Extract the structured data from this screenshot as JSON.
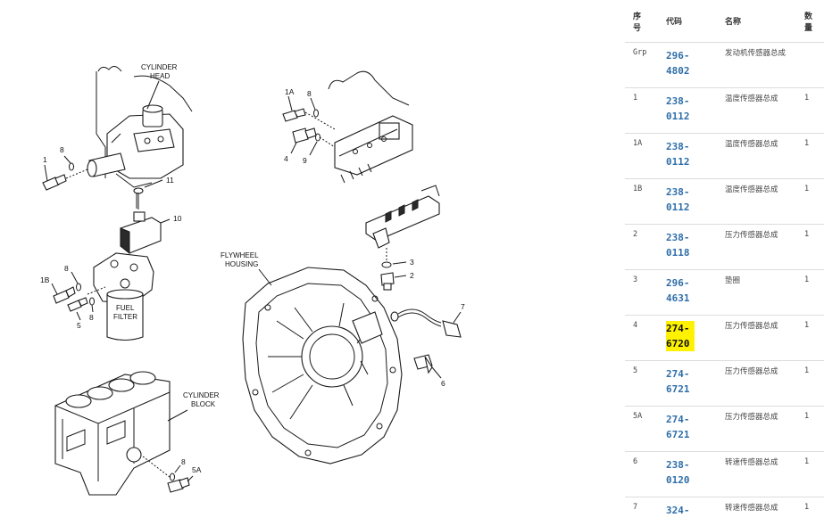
{
  "diagram": {
    "labels": {
      "cylinder_head": [
        "CYLINDER",
        "HEAD"
      ],
      "fuel_filter": [
        "FUEL",
        "FILTER"
      ],
      "flywheel_housing": [
        "FLYWHEEL",
        "HOUSING"
      ],
      "cylinder_block": [
        "CYLINDER",
        "BLOCK"
      ]
    },
    "callouts": {
      "c1": "1",
      "c8a": "8",
      "c1A": "1A",
      "c8b": "8",
      "c4": "4",
      "c9": "9",
      "c11": "11",
      "c10": "10",
      "c8c": "8",
      "c1B": "1B",
      "c8d": "8",
      "c5": "5",
      "c3": "3",
      "c2": "2",
      "c7": "7",
      "c6": "6",
      "c8e": "8",
      "c5A": "5A"
    }
  },
  "table": {
    "headers": {
      "seq": [
        "序",
        "号"
      ],
      "code": "代码",
      "name": "名称",
      "qty": [
        "数",
        "量"
      ]
    },
    "rows": [
      {
        "seq": "Grp",
        "code": "296-4802",
        "name": "发动机传感器总成",
        "qty": "",
        "highlight": false
      },
      {
        "seq": "1",
        "code": "238-0112",
        "name": "温度传感器总成",
        "qty": "1",
        "highlight": false
      },
      {
        "seq": "1A",
        "code": "238-0112",
        "name": "温度传感器总成",
        "qty": "1",
        "highlight": false
      },
      {
        "seq": "1B",
        "code": "238-0112",
        "name": "温度传感器总成",
        "qty": "1",
        "highlight": false
      },
      {
        "seq": "2",
        "code": "238-0118",
        "name": "压力传感器总成",
        "qty": "1",
        "highlight": false
      },
      {
        "seq": "3",
        "code": "296-4631",
        "name": "垫圈",
        "qty": "1",
        "highlight": false
      },
      {
        "seq": "4",
        "code": "274-6720",
        "name": "压力传感器总成",
        "qty": "1",
        "highlight": true
      },
      {
        "seq": "5",
        "code": "274-6721",
        "name": "压力传感器总成",
        "qty": "1",
        "highlight": false
      },
      {
        "seq": "5A",
        "code": "274-6721",
        "name": "压力传感器总成",
        "qty": "1",
        "highlight": false
      },
      {
        "seq": "6",
        "code": "238-0120",
        "name": "转速传感器总成",
        "qty": "1",
        "highlight": false
      },
      {
        "seq": "7",
        "code": "324-",
        "name": "转速传感器总成",
        "qty": "1",
        "highlight": false
      }
    ]
  }
}
